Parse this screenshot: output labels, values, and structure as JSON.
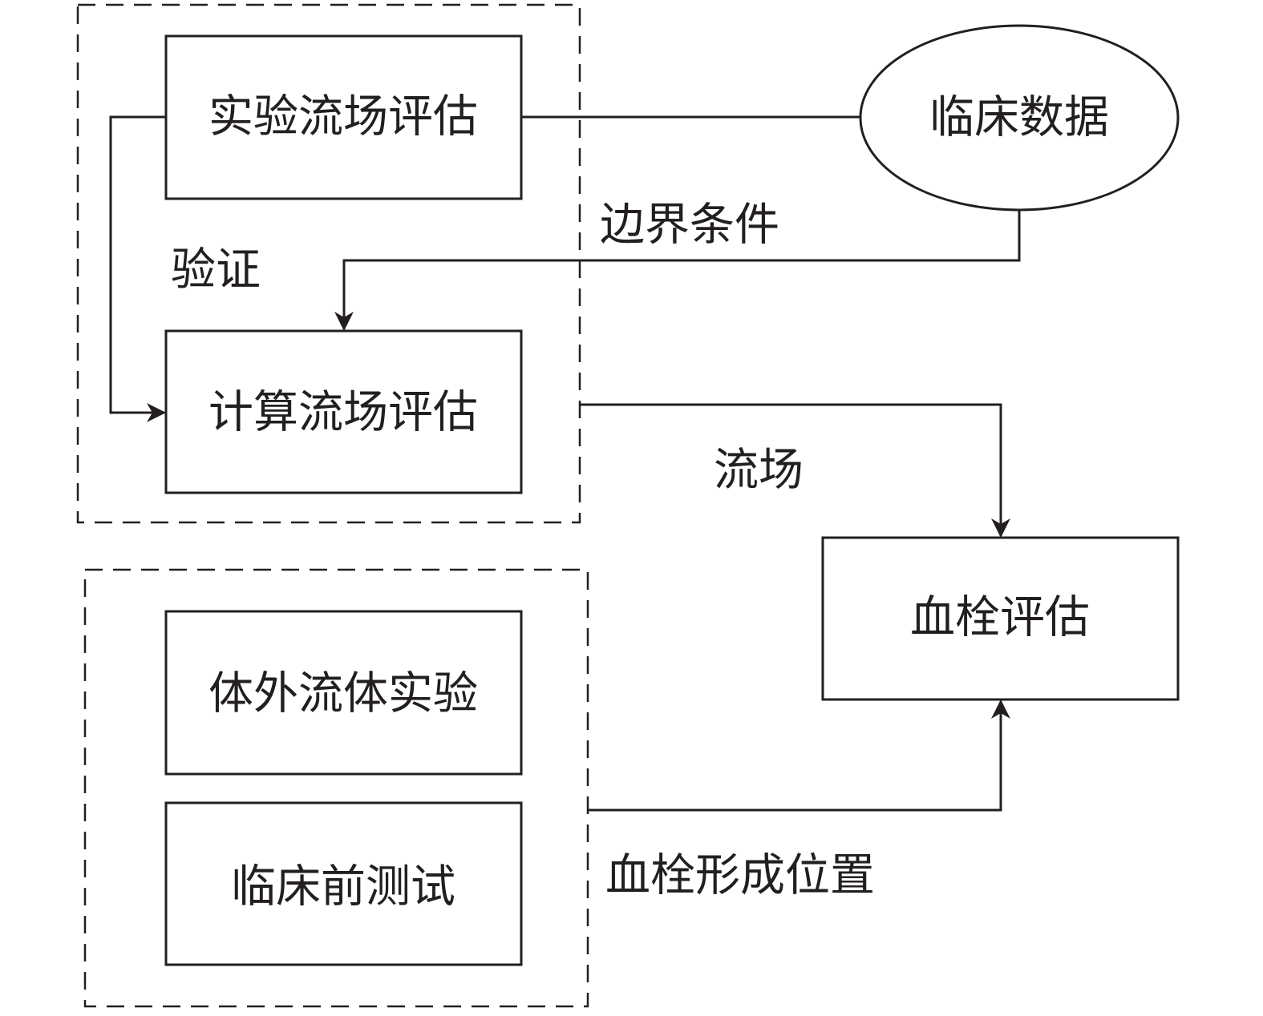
{
  "colors": {
    "background": "#ffffff",
    "line": "#231f20",
    "text": "#231f20"
  },
  "diagram": {
    "nodes": {
      "experimental_flow": "实验流场评估",
      "clinical_data": "临床数据",
      "computational_flow": "计算流场评估",
      "thrombus_assessment": "血栓评估",
      "in_vitro_experiment": "体外流体实验",
      "preclinical_test": "临床前测试"
    },
    "edge_labels": {
      "validation": "验证",
      "boundary_conditions": "边界条件",
      "flow_field": "流场",
      "thrombus_location": "血栓形成位置"
    }
  }
}
